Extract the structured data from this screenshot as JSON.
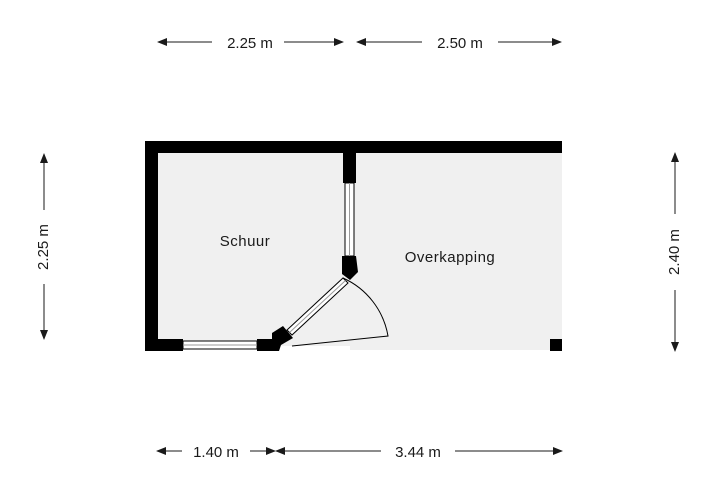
{
  "colors": {
    "wall": "#000000",
    "floor": "#f0f0f0",
    "dimension": "#1a1a1a",
    "window": "#9a9a9a"
  },
  "rooms": [
    {
      "label": "Schuur"
    },
    {
      "label": "Overkapping"
    }
  ],
  "dimensions": {
    "top_left": "2.25 m",
    "top_right": "2.50 m",
    "left": "2.25 m",
    "right": "2.40 m",
    "bottom_left": "1.40 m",
    "bottom_right": "3.44 m"
  }
}
